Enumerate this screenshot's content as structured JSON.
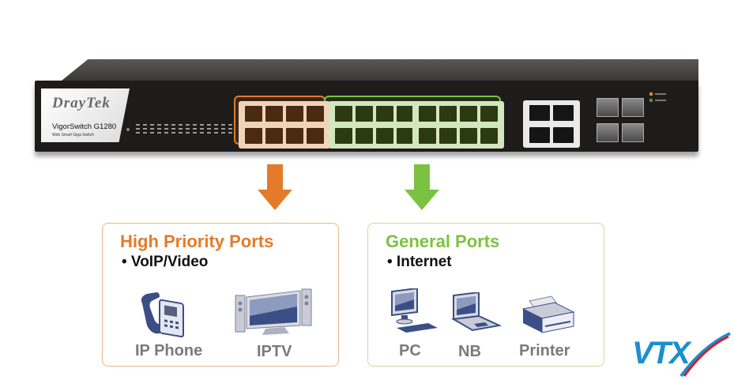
{
  "switch": {
    "brand": "DrayTek",
    "model": "VigorSwitch G1280",
    "model_subtitle": "Web Smart Giga Switch",
    "high_priority_ports_color": "#e47b2a",
    "general_ports_color": "#7cc242"
  },
  "high_priority": {
    "title": "High Priority Ports",
    "bullet": "• VoIP/Video",
    "devices": [
      {
        "label": "IP Phone",
        "icon": "ip-phone-icon"
      },
      {
        "label": "IPTV",
        "icon": "tv-icon"
      }
    ]
  },
  "general": {
    "title": "General Ports",
    "bullet": "• Internet",
    "devices": [
      {
        "label": "PC",
        "icon": "desktop-pc-icon"
      },
      {
        "label": "NB",
        "icon": "laptop-icon"
      },
      {
        "label": "Printer",
        "icon": "printer-icon"
      }
    ]
  },
  "logo": {
    "text": "VTX",
    "primary_color": "#1b8fd0",
    "accent_color": "#d0202a"
  }
}
